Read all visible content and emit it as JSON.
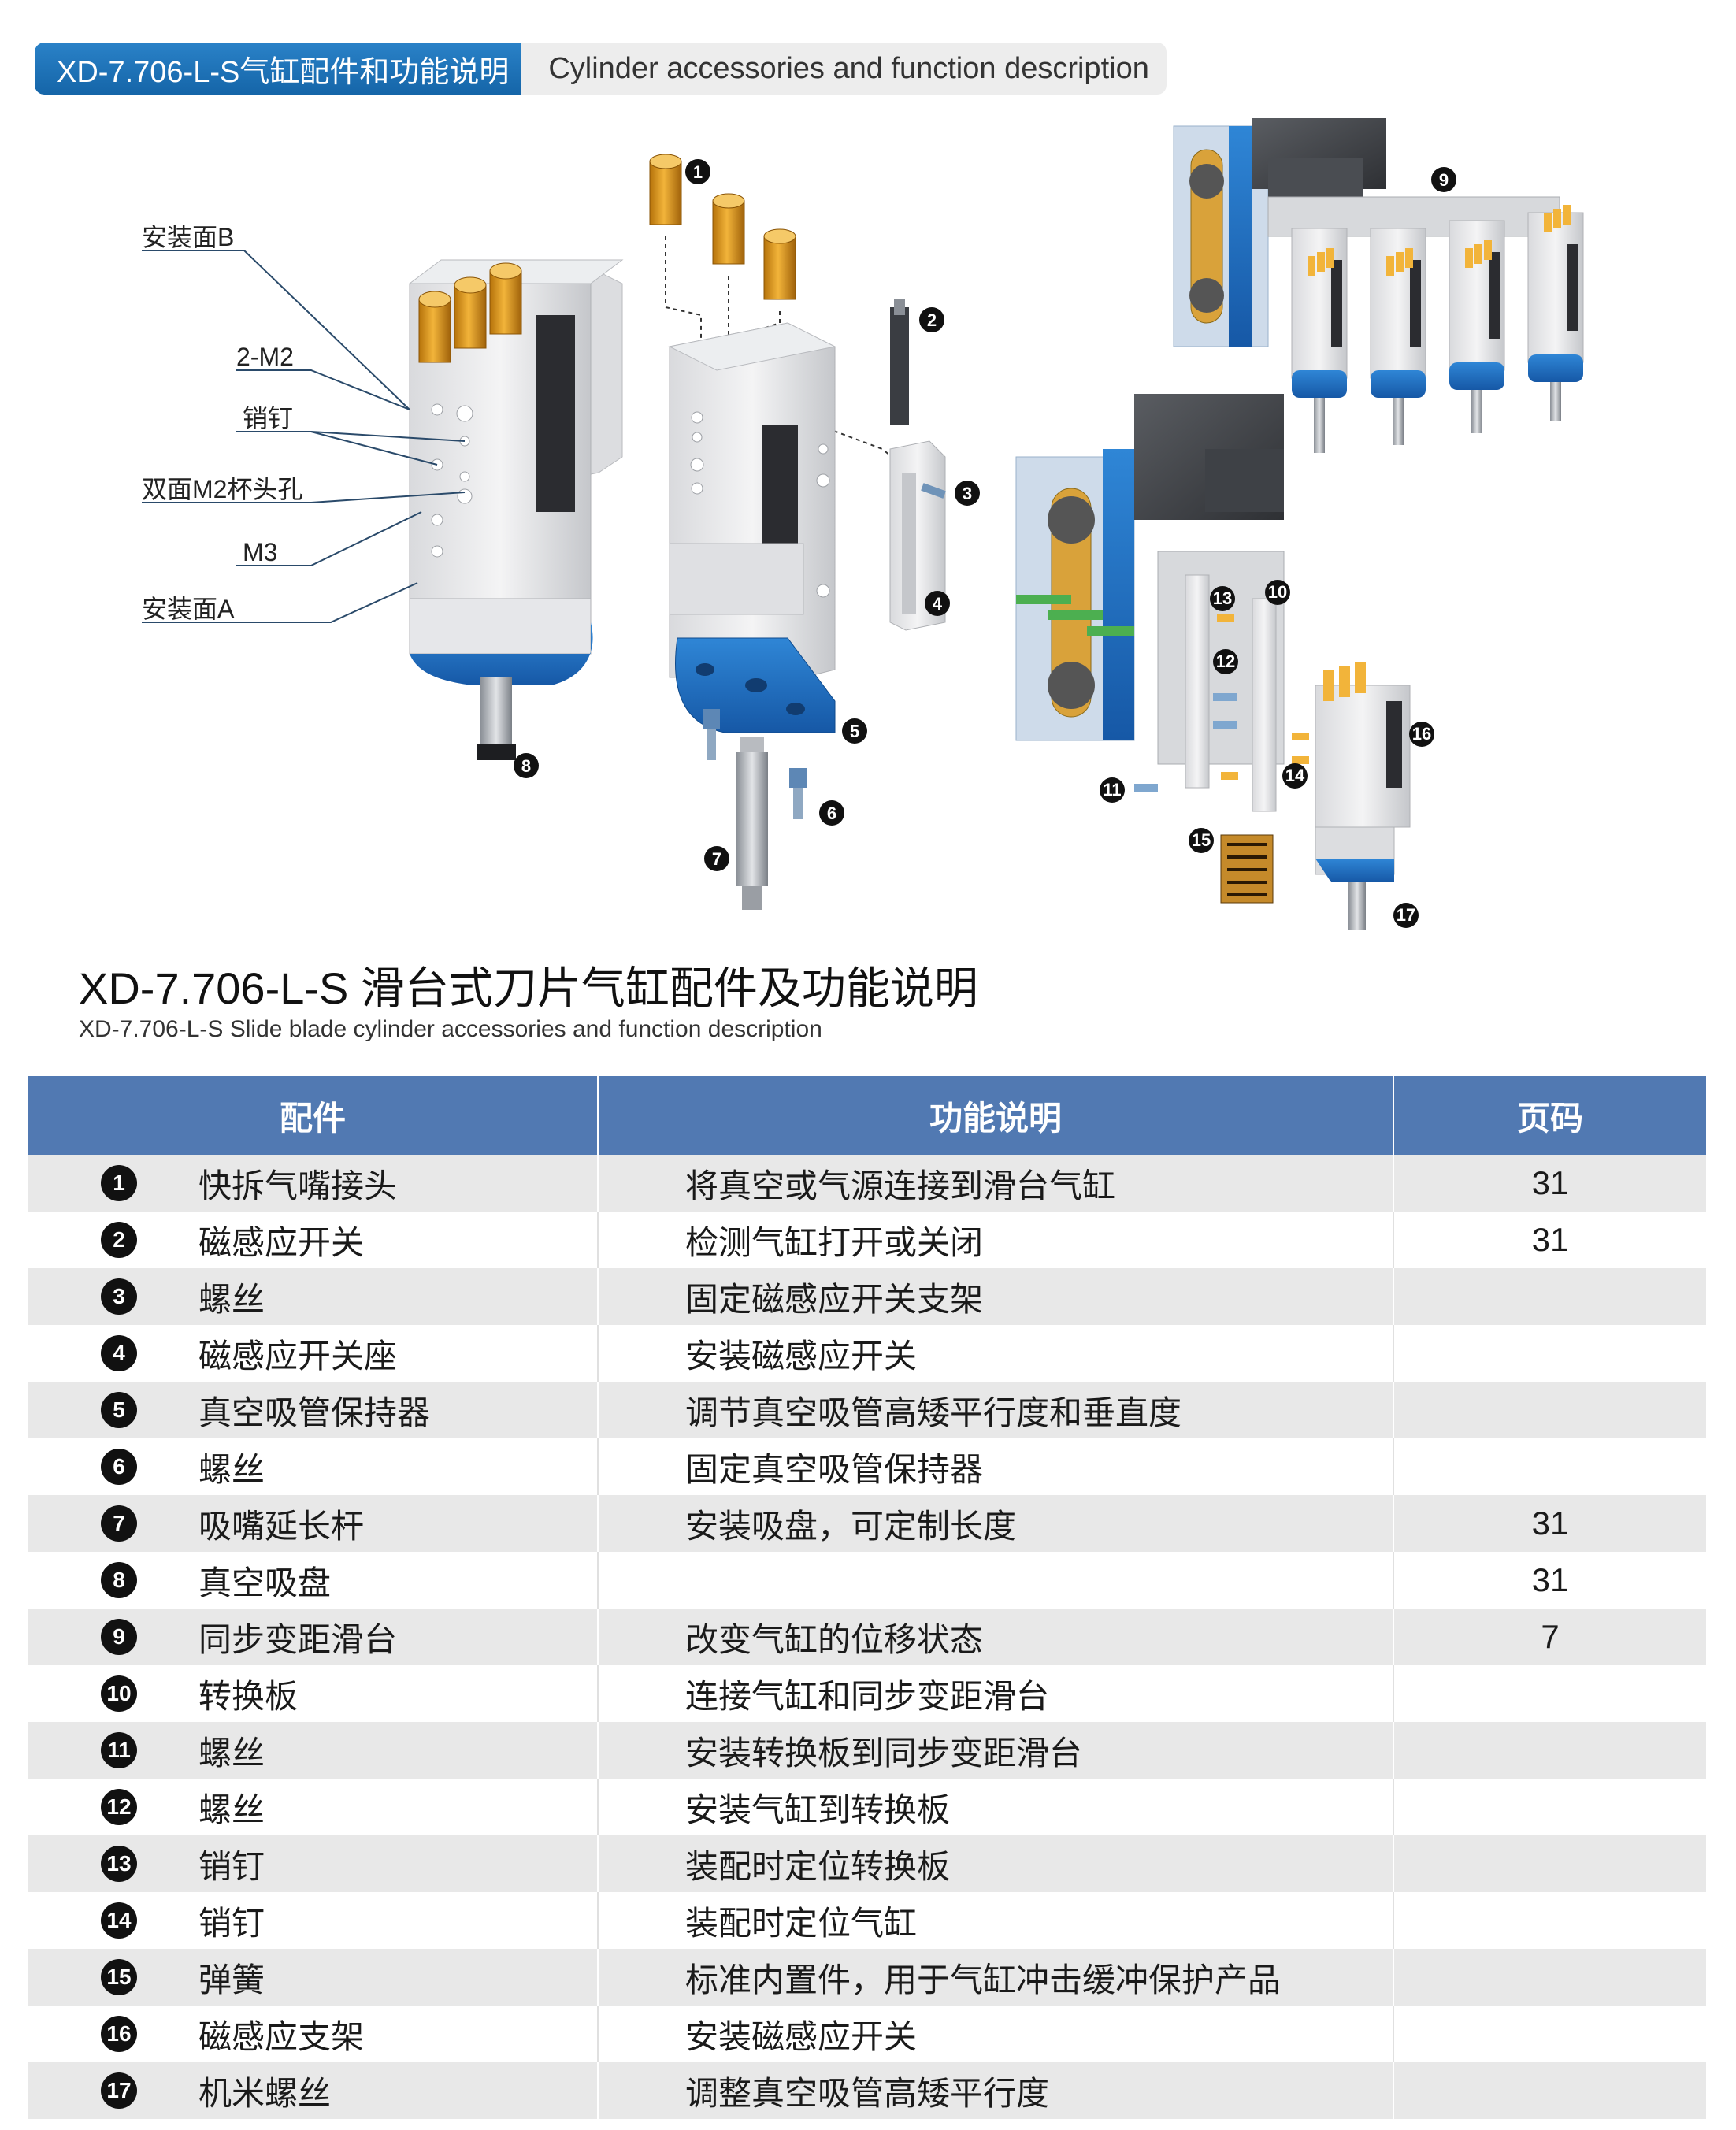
{
  "header": {
    "title_cn": "XD-7.706-L-S气缸配件和功能说明",
    "title_en": "Cylinder accessories and function description"
  },
  "diagram": {
    "callouts": [
      "安装面B",
      "2-M2",
      "销钉",
      "双面M2杯头孔",
      "M3",
      "安装面A"
    ],
    "numbers": [
      "1",
      "2",
      "3",
      "4",
      "5",
      "6",
      "7",
      "8",
      "9",
      "10",
      "11",
      "12",
      "13",
      "14",
      "15",
      "16",
      "17"
    ]
  },
  "section": {
    "title_cn": "XD-7.706-L-S 滑台式刀片气缸配件及功能说明",
    "title_en": "XD-7.706-L-S Slide blade cylinder accessories and function description"
  },
  "table": {
    "headers": [
      "配件",
      "功能说明",
      "页码"
    ],
    "rows": [
      {
        "n": "1",
        "part": "快拆气嘴接头",
        "func": "将真空或气源连接到滑台气缸",
        "page": "31"
      },
      {
        "n": "2",
        "part": "磁感应开关",
        "func": "检测气缸打开或关闭",
        "page": "31"
      },
      {
        "n": "3",
        "part": "螺丝",
        "func": "固定磁感应开关支架",
        "page": ""
      },
      {
        "n": "4",
        "part": "磁感应开关座",
        "func": "安装磁感应开关",
        "page": ""
      },
      {
        "n": "5",
        "part": "真空吸管保持器",
        "func": "调节真空吸管高矮平行度和垂直度",
        "page": ""
      },
      {
        "n": "6",
        "part": "螺丝",
        "func": "固定真空吸管保持器",
        "page": ""
      },
      {
        "n": "7",
        "part": "吸嘴延长杆",
        "func": "安装吸盘，可定制长度",
        "page": "31"
      },
      {
        "n": "8",
        "part": "真空吸盘",
        "func": "",
        "page": "31"
      },
      {
        "n": "9",
        "part": "同步变距滑台",
        "func": "改变气缸的位移状态",
        "page": "7"
      },
      {
        "n": "10",
        "part": "转换板",
        "func": "连接气缸和同步变距滑台",
        "page": ""
      },
      {
        "n": "11",
        "part": "螺丝",
        "func": "安装转换板到同步变距滑台",
        "page": ""
      },
      {
        "n": "12",
        "part": "螺丝",
        "func": "安装气缸到转换板",
        "page": ""
      },
      {
        "n": "13",
        "part": "销钉",
        "func": "装配时定位转换板",
        "page": ""
      },
      {
        "n": "14",
        "part": "销钉",
        "func": "装配时定位气缸",
        "page": ""
      },
      {
        "n": "15",
        "part": "弹簧",
        "func": "标准内置件，用于气缸冲击缓冲保护产品",
        "page": ""
      },
      {
        "n": "16",
        "part": "磁感应支架",
        "func": "安装磁感应开关",
        "page": ""
      },
      {
        "n": "17",
        "part": "机米螺丝",
        "func": "调整真空吸管高矮平行度",
        "page": ""
      }
    ]
  }
}
